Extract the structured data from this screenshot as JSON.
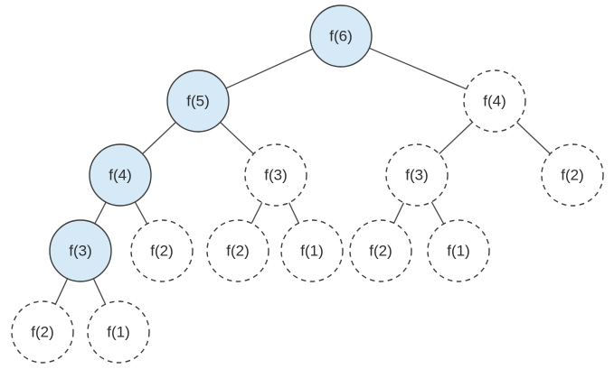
{
  "nodes": [
    {
      "id": "n0",
      "label": "f(6)",
      "state": "computed"
    },
    {
      "id": "n1",
      "label": "f(5)",
      "state": "computed"
    },
    {
      "id": "n2",
      "label": "f(4)",
      "state": "skipped"
    },
    {
      "id": "n3",
      "label": "f(4)",
      "state": "computed"
    },
    {
      "id": "n4",
      "label": "f(3)",
      "state": "skipped"
    },
    {
      "id": "n5",
      "label": "f(3)",
      "state": "skipped"
    },
    {
      "id": "n6",
      "label": "f(2)",
      "state": "skipped"
    },
    {
      "id": "n7",
      "label": "f(3)",
      "state": "computed"
    },
    {
      "id": "n8",
      "label": "f(2)",
      "state": "skipped"
    },
    {
      "id": "n9",
      "label": "f(2)",
      "state": "skipped"
    },
    {
      "id": "n10",
      "label": "f(1)",
      "state": "skipped"
    },
    {
      "id": "n11",
      "label": "f(2)",
      "state": "skipped"
    },
    {
      "id": "n12",
      "label": "f(1)",
      "state": "skipped"
    },
    {
      "id": "n13",
      "label": "f(2)",
      "state": "skipped"
    },
    {
      "id": "n14",
      "label": "f(1)",
      "state": "skipped"
    }
  ],
  "edges": [
    [
      "n0",
      "n1"
    ],
    [
      "n0",
      "n2"
    ],
    [
      "n1",
      "n3"
    ],
    [
      "n1",
      "n4"
    ],
    [
      "n2",
      "n5"
    ],
    [
      "n2",
      "n6"
    ],
    [
      "n3",
      "n7"
    ],
    [
      "n3",
      "n8"
    ],
    [
      "n4",
      "n9"
    ],
    [
      "n4",
      "n10"
    ],
    [
      "n5",
      "n11"
    ],
    [
      "n5",
      "n12"
    ],
    [
      "n7",
      "n13"
    ],
    [
      "n7",
      "n14"
    ]
  ],
  "colors": {
    "computed_fill": "#d6e9f6",
    "skipped_fill": "#ffffff"
  }
}
